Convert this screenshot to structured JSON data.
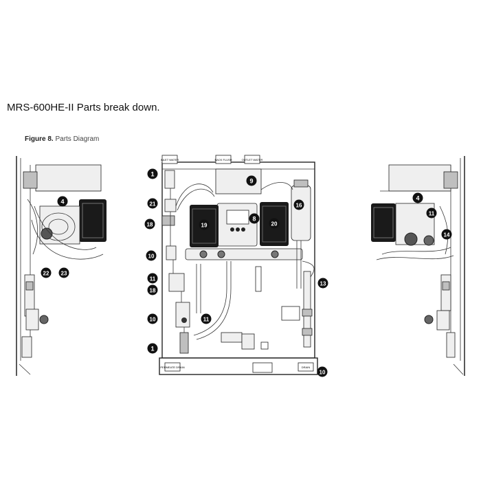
{
  "page": {
    "title": "MRS-600HE-II Parts break down.",
    "figure_label": "Figure 8.",
    "figure_name": "Parts Diagram"
  },
  "panel_labels": {
    "top_left": "INLET WATER",
    "top_mid": "BACK FLUSH",
    "top_right": "OUTLET WATER",
    "bottom_left": "PERMEATE DRAIN",
    "bottom_right": "DRAIN"
  },
  "callouts": {
    "c1a": "1",
    "c21": "21",
    "c18a": "18",
    "c10a": "10",
    "c11a": "11",
    "c18b": "18",
    "c10b": "10",
    "c1b": "1",
    "c19": "19",
    "c9": "9",
    "c8": "8",
    "c20": "20",
    "c16": "16",
    "c11b": "11",
    "c13": "13",
    "c10c": "10",
    "c4l": "4",
    "c22": "22",
    "c23": "23",
    "c4r": "4",
    "c11r": "11",
    "c14": "14"
  }
}
